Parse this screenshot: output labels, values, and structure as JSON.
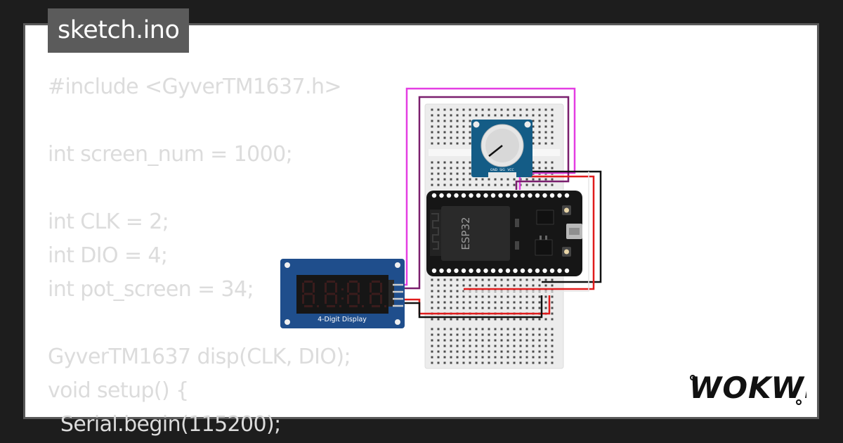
{
  "file_tab": {
    "label": "sketch.ino"
  },
  "code": {
    "lines": [
      "#include <GyverTM1637.h>",
      "",
      "int screen_num = 1000;",
      "",
      "int CLK = 2;",
      "int DIO = 4;",
      "int pot_screen = 34;",
      "",
      "GyverTM1637 disp(CLK, DIO);",
      "void setup() {",
      "  Serial.begin(115200);"
    ]
  },
  "circuit": {
    "mcu_label": "ESP32",
    "display_label": "4-Digit Display",
    "pot_pins": [
      "GND",
      "SIG",
      "VCC"
    ]
  },
  "brand": {
    "logo_text": "WOKWi"
  },
  "colors": {
    "background": "#1d1d1d",
    "card": "#ffffff",
    "tab": "#5b5b5b",
    "code_text": "#dcdcdc",
    "wire_magenta": "#e43de2",
    "wire_purple": "#7a1f6e",
    "wire_red": "#e01b1b",
    "wire_black": "#111111",
    "display_blue": "#1f4e8c",
    "pot_teal": "#145c86"
  }
}
